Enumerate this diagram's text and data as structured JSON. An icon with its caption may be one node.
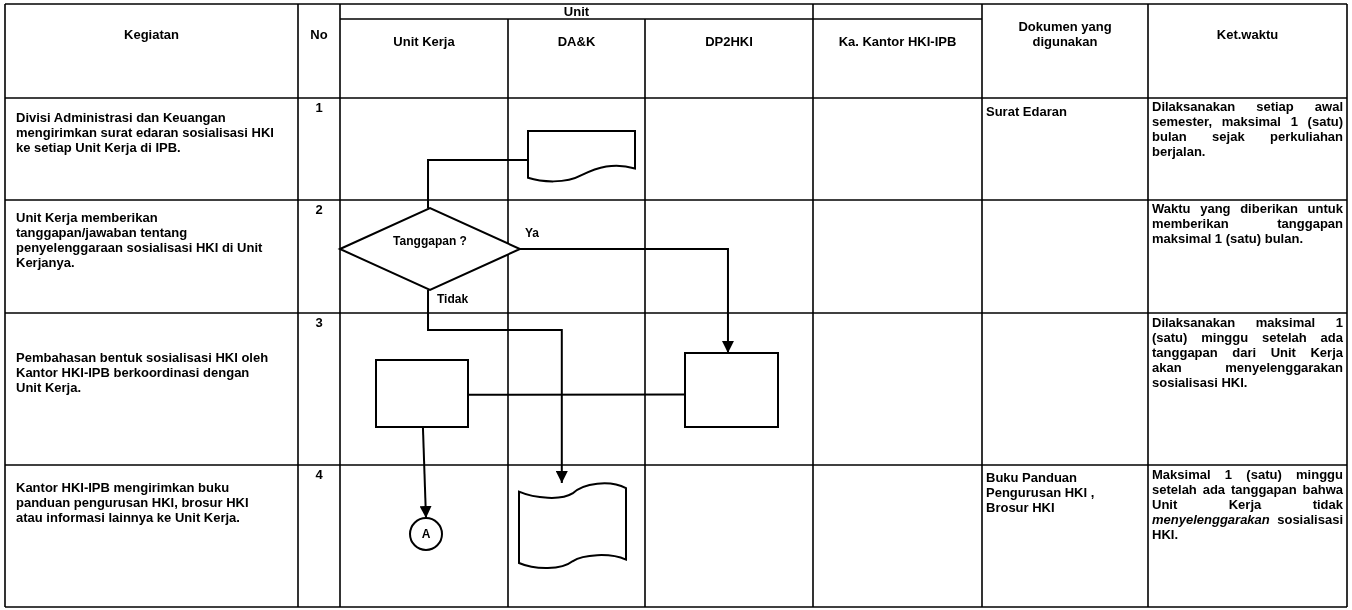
{
  "diagram": {
    "nodes": [
      {
        "text": [],
        "shape": "document"
      },
      {
        "text": [
          "Tanggapan ?"
        ]
      },
      {
        "text": [],
        "shape": "box"
      },
      {
        "text": [],
        "shape": "box"
      },
      {
        "text": [
          "A"
        ]
      },
      {
        "text": [],
        "shape": "tape"
      }
    ],
    "edges": [
      {
        "from": 0,
        "to": 1,
        "arrow": "none"
      },
      {
        "from": 1,
        "to": 3,
        "arrow": "to",
        "label": "Ya"
      },
      {
        "from": 1,
        "to": 5,
        "arrow": "to",
        "label": "Tidak"
      },
      {
        "from": 2,
        "to": 3,
        "arrow": "none"
      },
      {
        "from": 2,
        "to": 4,
        "arrow": "to"
      }
    ],
    "labels": [
      "Kegiatan",
      "No",
      "Unit",
      "Dokumen yang digunakan",
      "Ket.waktu",
      "Unit Kerja",
      "DA&K",
      "DP2HKI",
      "Ka. Kantor HKI-IPB",
      "Divisi Administrasi dan Keuangan mengirimkan surat edaran sosialisasi HKI ke setiap Unit Kerja di IPB.",
      "1",
      "Surat Edaran",
      "Dilaksanakan setiap awal semester, maksimal 1 (satu) bulan sejak perkuliahan berjalan.",
      "Unit Kerja memberikan tanggapan/jawaban tentang penyelenggaraan sosialisasi HKI di Unit Kerjanya.",
      "2",
      "Waktu yang diberikan untuk memberikan tanggapan maksimal 1 (satu) bulan.",
      "Pembahasan bentuk sosialisasi HKI oleh Kantor HKI-IPB berkoordinasi dengan Unit Kerja.",
      "3",
      "Dilaksanakan maksimal 1 (satu) minggu setelah ada tanggapan dari Unit Kerja akan menyelenggarakan sosialisasi HKI.",
      "Kantor HKI-IPB mengirimkan buku panduan pengurusan HKI, brosur HKI atau informasi lainnya ke Unit Kerja.",
      "4",
      "Buku Panduan Pengurusan HKI , Brosur HKI",
      "Maksimal 1 (satu) minggu setelah ada tanggapan bahwa Unit Kerja tidak *menyelenggarakan* sosialisasi HKI."
    ]
  }
}
